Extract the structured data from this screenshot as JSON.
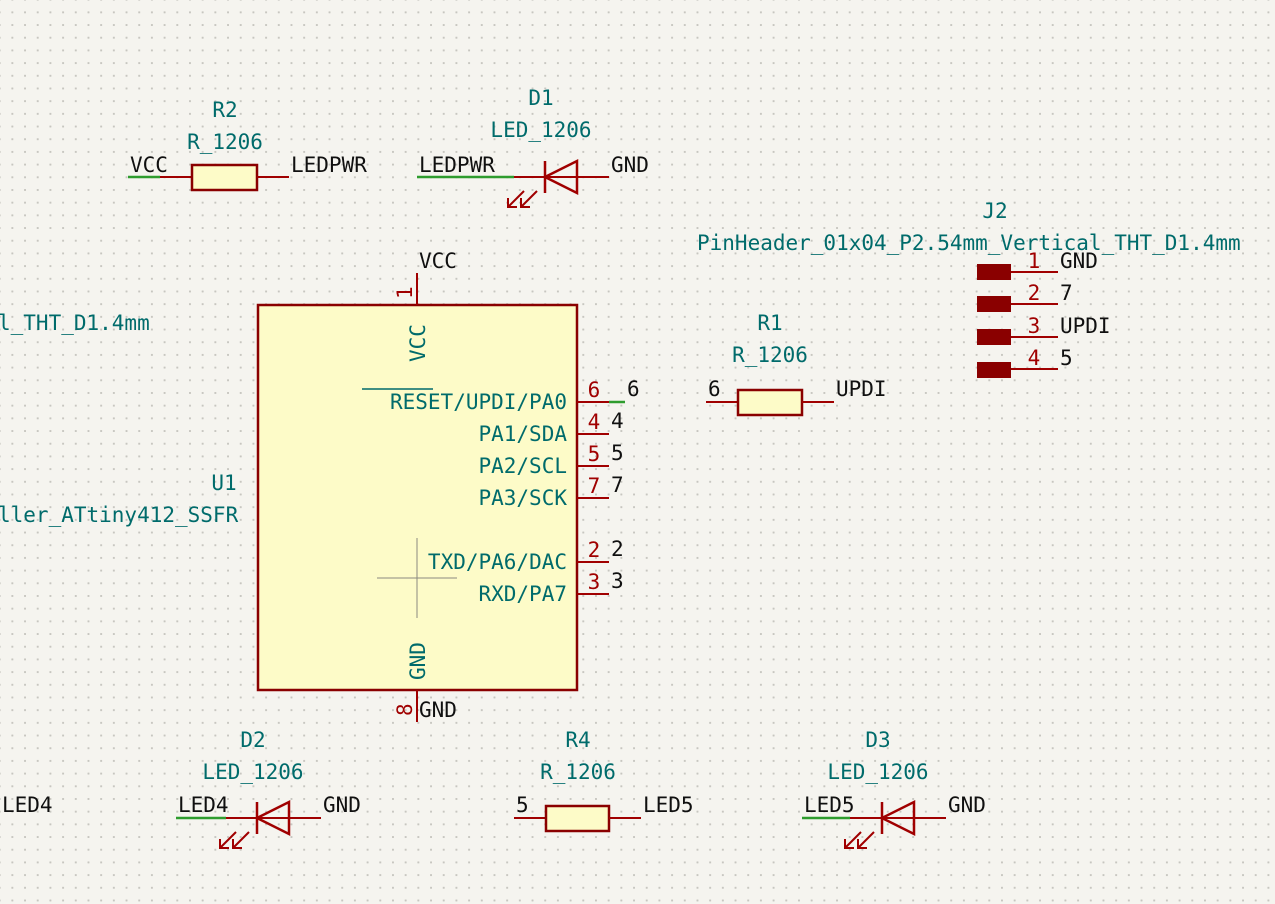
{
  "colors": {
    "background": "#f5f4ef",
    "component_outline": "#8a0000",
    "component_fill": "#fdfbc8",
    "reference_text": "#006b6b",
    "wire": "#2e9c2e",
    "pin": "#a00000"
  },
  "r2": {
    "ref": "R2",
    "value": "R_1206",
    "left_net": "VCC",
    "right_net": "LEDPWR"
  },
  "d1": {
    "ref": "D1",
    "value": "LED_1206",
    "left_net": "LEDPWR",
    "right_net": "GND"
  },
  "j2": {
    "ref": "J2",
    "value": "PinHeader_01x04_P2.54mm_Vertical_THT_D1.4mm",
    "pins": [
      {
        "num": "1",
        "net": "GND"
      },
      {
        "num": "2",
        "net": "7"
      },
      {
        "num": "3",
        "net": "UPDI"
      },
      {
        "num": "4",
        "net": "5"
      }
    ]
  },
  "j1_value_fragment": "l_THT_D1.4mm",
  "u1": {
    "ref": "U1",
    "value_fragment": "ller_ATtiny412_SSFR",
    "vcc_net": "VCC",
    "vcc_pin_num": "1",
    "vcc_pin_name": "VCC",
    "gnd_net": "GND",
    "gnd_pin_num": "8",
    "gnd_pin_name": "GND",
    "reset_overbar": "RESET",
    "reset_rest": "/UPDI/PA0",
    "pins": [
      {
        "name": "PA1/SDA",
        "num": "4",
        "net": "4"
      },
      {
        "name": "PA2/SCL",
        "num": "5",
        "net": "5"
      },
      {
        "name": "PA3/SCK",
        "num": "7",
        "net": "7"
      },
      {
        "name": "TXD/PA6/DAC",
        "num": "2",
        "net": "2"
      },
      {
        "name": "RXD/PA7",
        "num": "3",
        "net": "3"
      }
    ],
    "pa0_num": "6",
    "pa0_net": "6"
  },
  "r1": {
    "ref": "R1",
    "value": "R_1206",
    "left_net": "6",
    "right_net": "UPDI"
  },
  "d2": {
    "ref": "D2",
    "value": "LED_1206",
    "left_net": "LED4",
    "right_net": "GND"
  },
  "r4": {
    "ref": "R4",
    "value": "R_1206",
    "left_net": "5",
    "right_net": "LED5"
  },
  "d3": {
    "ref": "D3",
    "value": "LED_1206",
    "left_net": "LED5",
    "right_net": "GND"
  },
  "edge_label_led4": "LED4"
}
